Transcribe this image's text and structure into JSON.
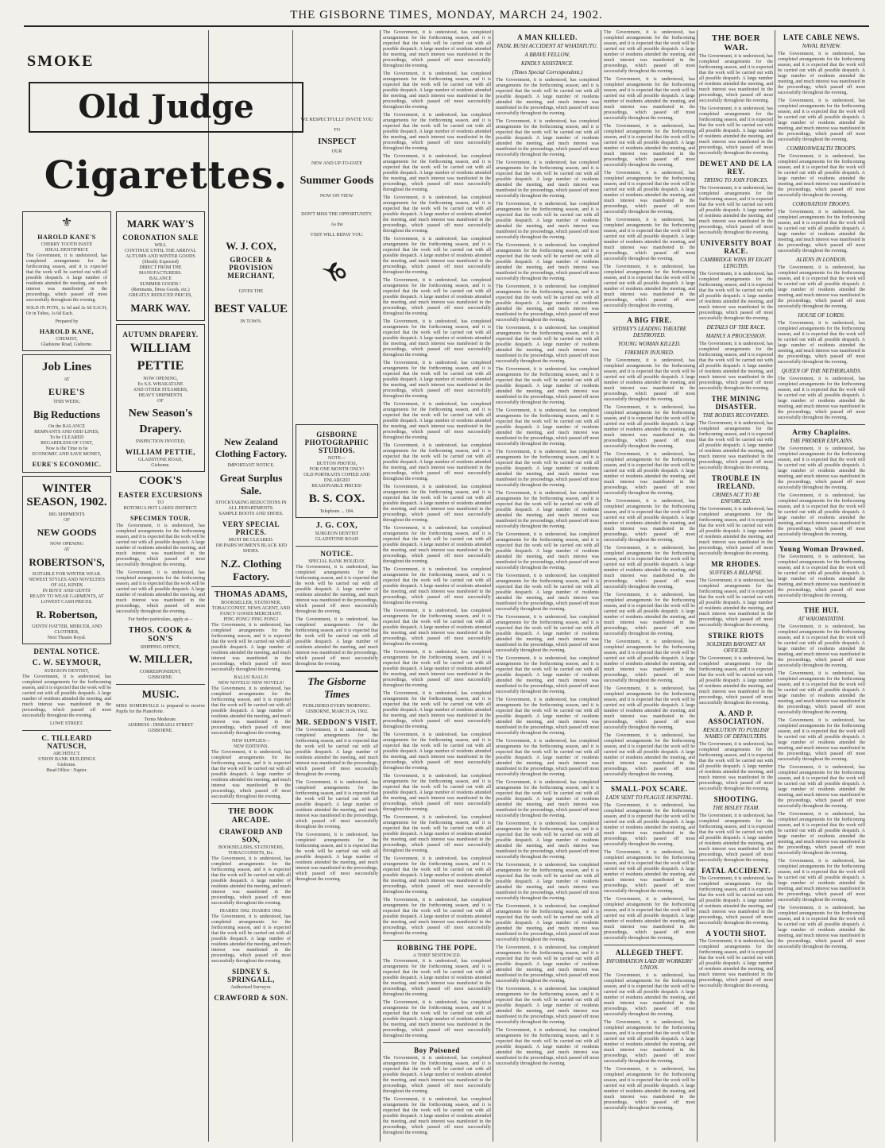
{
  "masthead": {
    "title": "THE GISBORNE TIMES, MONDAY, MARCH 24, 1902."
  },
  "colA": {
    "smoke": "SMOKE",
    "old_judge": "Old Judge",
    "cigarettes": "Cigarettes.",
    "harold": {
      "name": "HAROLD KANE'S",
      "product": "CHERRY TOOTH PASTE",
      "tagline": "IDEAL DENTIFRICE",
      "price": "SOLD IN POTS, 1s 6d and 2s 6d EACH, Or in Tubes, 1s 6d Each.",
      "prepared": "Prepared by",
      "chemist": "HAROLD KANE,",
      "role": "CHEMIST,",
      "address": "Gladstone Road, Gisborne."
    },
    "job_lines": "Job Lines",
    "at": "AT",
    "eures": "EURE'S",
    "this_week": "THIS WEEK;",
    "big_reductions": "Big Reductions",
    "balance": "On the BALANCE",
    "remnants": "REMNANTS AND ODD LINES,",
    "to_be_cleared": "To be CLEARED",
    "regardless": "REGARDLESS OF COST,",
    "now_time": "Now is the Time to be",
    "economic": "ECONOMIC AND SAVE MONEY,",
    "eures_economic": "EURE'S ECONOMIC.",
    "winter": "WINTER SEASON, 1902.",
    "big_shipments": "BIG SHIPMENTS",
    "of": "OF",
    "new_goods": "NEW GOODS",
    "now_opening": "NOW OPENING",
    "at2": "AT",
    "robertsons": "ROBERTSON'S,",
    "suitable": "SUITABLE FOR WINTER WEAR.",
    "newest": "NEWEST STYLES AND NOVELTIES OF ALL KINDS",
    "boys": "IN BOYS' AND GENTS'",
    "ready": "READY TO WEAR GARMENTS, AT LOWEST CASH PRICES.",
    "r_robertson": "R. Robertson,",
    "gents": "GENTS' HATTER, MERCER, AND CLOTHIER,",
    "next_bank": "Next Theatre Royal.",
    "dental": "DENTAL NOTICE.",
    "seymour": "C. W. SEYMOUR,",
    "surgeon": "SURGEON DENTIST,",
    "lowe": "LOWE STREET.",
    "tilleard": "C. TILLEARD NATUSCH,",
    "architect": "ARCHITECT.",
    "union": "UNION BANK BUILDINGS",
    "gisborne": "Gisborne.",
    "head_office": "Head Office : Napier."
  },
  "colB": {
    "mark_way": "MARK WAY'S",
    "coronation": "CORONATION SALE",
    "will": "WILL",
    "continue": "CONTINUE UNTIL THE ARRIVAL",
    "of": "OF",
    "autumn": "AUTUMN AND WINTER GOODS",
    "shortly": "(Shortly Expected)",
    "direct": "DIRECT FROM THE MANUFACTURERS.",
    "balance": "BALANCE",
    "summer": "SUMMER GOODS !",
    "remnants": "(Remnants, Dress Goods, etc.)",
    "at": "AT",
    "greatly": "GREATLY REDUCED PRICES,",
    "mark_way2": "MARK WAY.",
    "autumn_drapery": "AUTUMN DRAPERY.",
    "william": "WILLIAM",
    "pettie": "PETTIE",
    "now_opening": "NOW OPENING,",
    "ex_ss": "Ex S.S. WHAKATANE",
    "other_steamers": "AND OTHER STEAMERS,",
    "heavy": "HEAVY SHIPMENTS",
    "new_season": "New Season's",
    "drapery": "Drapery.",
    "inspection": "INSPECTION INVITED,",
    "william2": "WILLIAM PETTIE,",
    "gladstone": "GLADSTONE ROAD,",
    "gisborne": "Gisborne.",
    "cooks": "COOK'S",
    "easter": "EASTER EXCURSIONS",
    "to": "TO",
    "rotorua": "ROTORUA HOT LAKES DISTRICT.",
    "specimen": "SPECIMEN TOUR.",
    "for_particulars": "For further particulars, apply at—",
    "thos_cook": "THOS. COOK & SON'S",
    "shipping": "SHIPPING OFFICE,",
    "w_miller": "W. MILLER,",
    "corr": "CORRESPONDENT,",
    "gisborne2": "GISBORNE.",
    "music": "MUSIC.",
    "somerville": "MISS SOMERVILLE is prepared to receive Pupils for the Pianoforte.",
    "terms": "Terms Moderate.",
    "address": "ADDRESS : DISRAELI STREET",
    "gisborne3": "GISBORNE."
  },
  "colC": {
    "nz_clothing": "New Zealand Clothing Factory.",
    "important": "IMPORTANT NOTICE.",
    "great_surplus": "Great Surplus Sale.",
    "stocktaking": "STOCKTAKING REDUCTIONS IN ALL DEPARTMENTS.",
    "sample": "SAMPLE BOOTS AND SHOES.",
    "very_special": "VERY SPECIAL PRICES.",
    "must": "MUST BE CLEARED.",
    "kid": "100 PAIRS WOMEN'S BLACK KID SHOES.",
    "nz_clothing2": "N.Z. Clothing Factory.",
    "thomas": "THOMAS ADAMS,",
    "booksellers": "BOOKSELLER, STATIONER, TOBACCONIST, NEWS AGENT, AND FANCY GOODS MERCHANT.",
    "ping_pong": "PING PONG!  PING PONG!",
    "balls": "BALLS!   BALLS!",
    "novels": "NEW NOVELS! NEW NOVELS!",
    "supplies": "NEW SUPPLIES—",
    "editions": "NEW EDITIONS.",
    "book_arcade": "THE BOOK ARCADE.",
    "crawford": "CRAWFORD AND SON,",
    "booksellers2": "BOOKSELLERS, STATIONERS, TOBACCONISTS, Etc.",
    "diaries": "DIARIES 1902.      DIARIES 1902.",
    "sidney": "SIDNEY S. SPRINGALL,",
    "auth": "Authorised Surveyor.",
    "crawford2": "CRAWFORD & SON."
  },
  "colD": {
    "respectfully": "WE RESPECTFULLY INVITE YOU",
    "to": "TO",
    "inspect": "INSPECT",
    "our": "OUR",
    "new_up": "NEW AND UP-TO-DATE",
    "summer_goods": "Summer Goods",
    "now_on_view": "NOW ON VIEW.",
    "dont_miss": "DON'T MISS THE OPPORTUNITY.",
    "as_the": "As the",
    "visit": "VISIT WILL REPAY YOU.",
    "cox": "W. J. COX,",
    "grocer": "GROCER & PROVISION MERCHANT,",
    "gives": "GIVES THE",
    "best_value": "BEST VALUE",
    "in_town": "IN TOWN.",
    "photo": "GISBORNE PHOTOGRAPHIC STUDIOS.",
    "note": "NOTE—",
    "button": "BUTTON PHOTOS,",
    "one_month": "FOR ONE MONTH ONLY!",
    "old_portraits": "OLD PORTRAITS COPIED AND ENLARGED",
    "reasonable": "REASONABLE PRICES!",
    "bs_cox": "B. S. COX.",
    "telephone": "Telephone ... 184.",
    "jg_cox": "J. G. COX,",
    "surgeon": "SURGEON DENTIST",
    "gladstone": "GLADSTONE ROAD",
    "notice": "NOTICE.",
    "special_bank": "SPECIAL BANK HOLIDAY.",
    "gisborne_times": "The Gisborne Times",
    "published": "PUBLISHED EVERY MORNING.",
    "date": "GISBORNE, MARCH 24, 1902.",
    "seddon": "MR. SEDDON'S VISIT.",
    "robbing": "ROBBING THE POPE.",
    "thief": "A THIEF SENTENCED.",
    "boy_poisoned": "Boy Poisoned"
  },
  "colE": {
    "man_killed": "A MAN KILLED.",
    "fatal": "FATAL BUSH ACCIDENT AT WHATATUTU.",
    "brave": "A BRAVE FELLOW,",
    "kindly": "KINDLY ASSISTANCE.",
    "times_special": "(Times Special Correspondent.)",
    "big_fire": "A BIG FIRE.",
    "sydney_theatre": "SYDNEY'S LEADING THEATRE DESTROYED.",
    "young_woman": "YOUNG WOMAN KILLED.",
    "firemen": "FIREMEN INJURED.",
    "small_pox": "SMALL-POX SCARE.",
    "lady_sent": "LADY SENT TO PLAGUE HOSPITAL.",
    "alleged_theft": "ALLEGED THEFT.",
    "information": "INFORMATION LAID BY WORKERS' UNION."
  },
  "colF": {
    "boer_war": "THE BOER WAR.",
    "dewet": "DEWET AND DE LA REY.",
    "trying": "TRYING TO JOIN FORCES.",
    "university": "UNIVERSITY BOAT RACE.",
    "cambridge": "CAMBRIDGE WINS BY EIGHT LENGTHS.",
    "details": "DETAILS OF THE RACE.",
    "mainly": "MAINLY A PROCESSION.",
    "mining": "THE MINING DISASTER.",
    "bodies": "THE BODIES RECOVERED.",
    "trouble": "TROUBLE IN IRELAND.",
    "crimes": "CRIMES ACT TO BE ENFORCED.",
    "rhodes": "MR RHODES.",
    "suffers": "SUFFERS A RELAPSE.",
    "strike": "STRIKE RIOTS",
    "soldiers": "SOLDIERS BAYONET AN OFFICER.",
    "apa": "A. AND P. ASSOCIATION.",
    "resolution": "RESOLUTION TO PUBLISH NAMES OF DEFAULTERS.",
    "shooting": "SHOOTING.",
    "bisley": "THE BISLEY TEAM.",
    "fatal": "FATAL ACCIDENT.",
    "youth": "A YOUTH SHOT."
  },
  "colG": {
    "late_cable": "LATE CABLE NEWS.",
    "naval": "NAVAL REVIEW.",
    "commonwealth": "COMMONWEALTH TROOPS.",
    "coronation_troops": "CORONATION TROOPS.",
    "aliens": "ALIENS IN LONDON.",
    "house": "HOUSE OF LORDS.",
    "queen": "QUEEN OF THE NETHERLANDS.",
    "army": "Army Chaplains.",
    "premier": "THE PREMIER EXPLAINS.",
    "young_woman": "Young Woman Drowned.",
    "hui": "THE HUI.",
    "waiomatatini": "AT WAIOMATATINI."
  },
  "para": "The Government, it is understood, has completed arrangements for the forthcoming season, and it is expected that the work will be carried out with all possible despatch. A large number of residents attended the meeting, and much interest was manifested in the proceedings, which passed off most successfully throughout the evening."
}
